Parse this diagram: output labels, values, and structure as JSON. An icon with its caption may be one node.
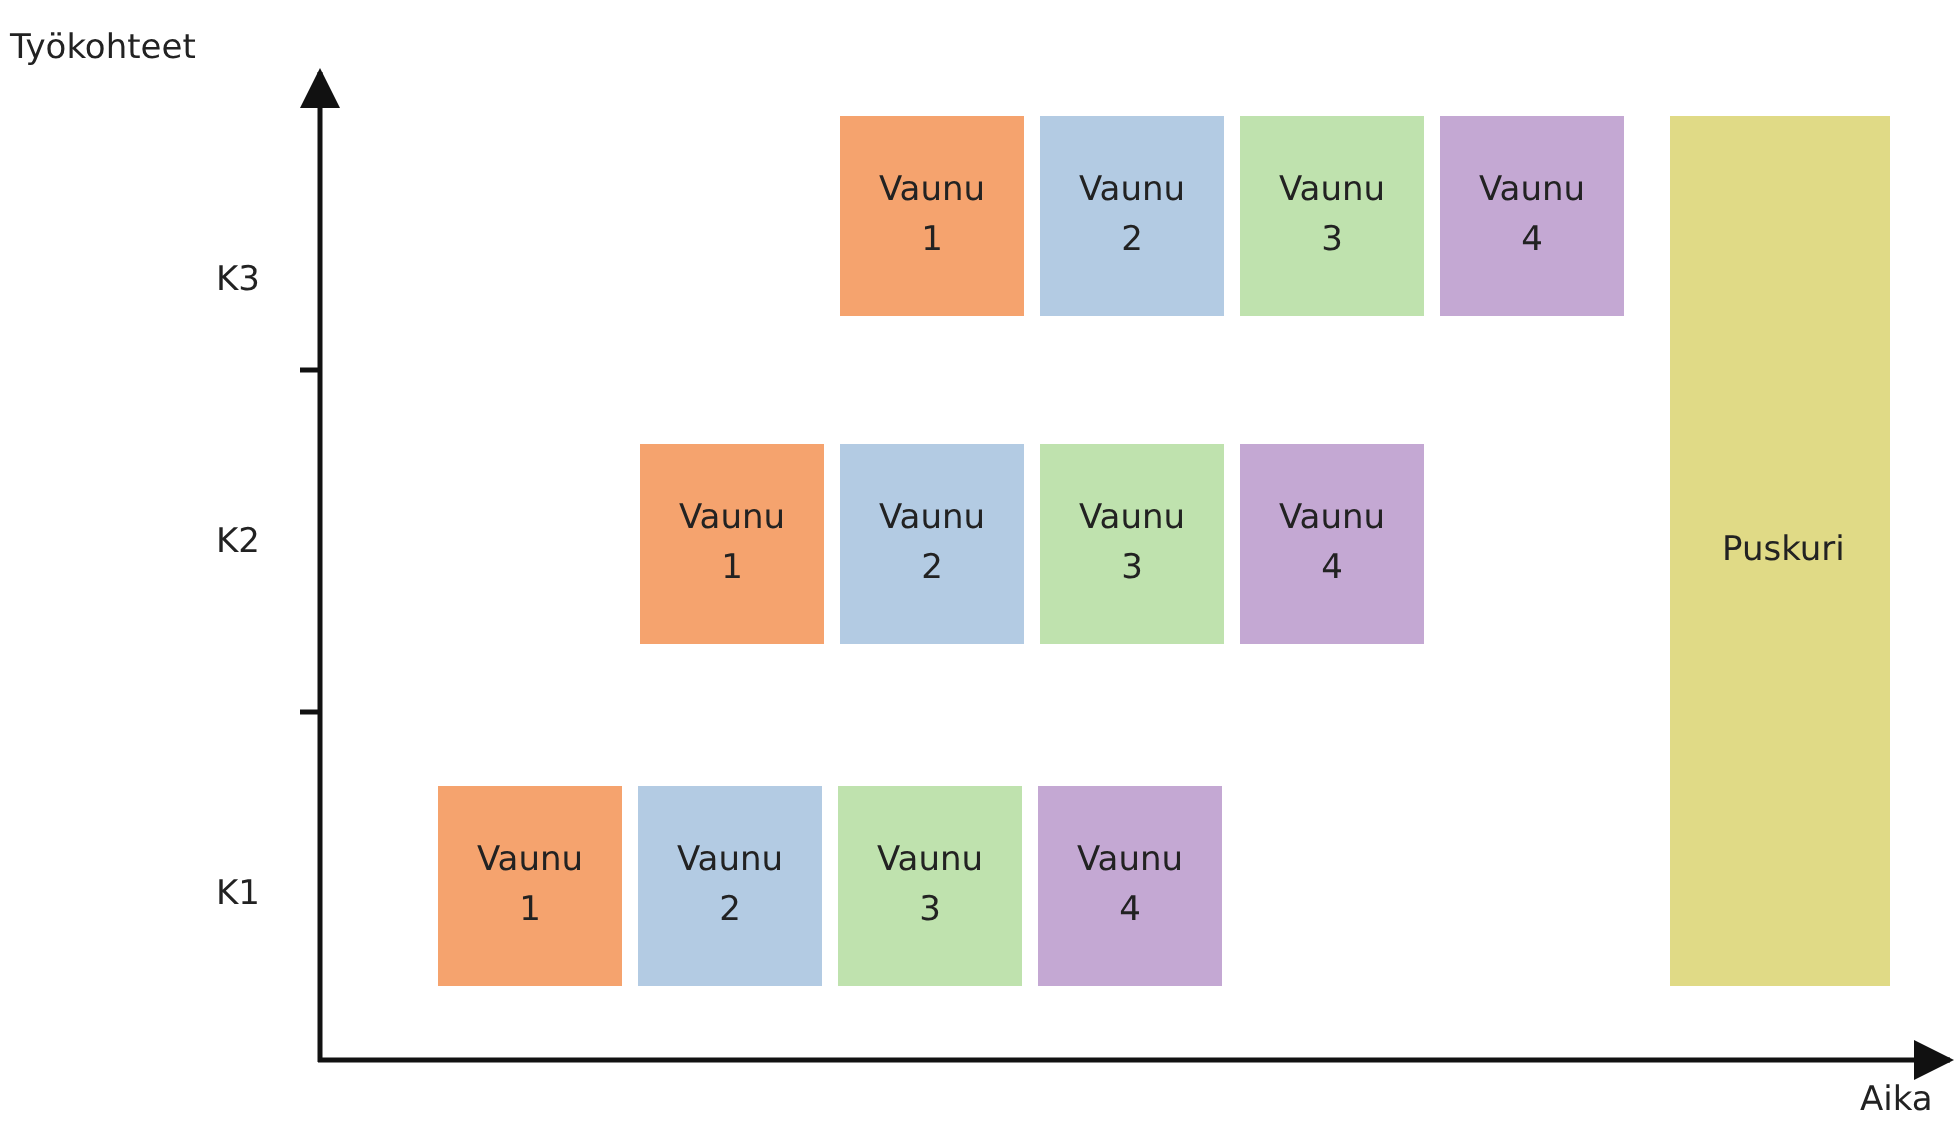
{
  "diagram": {
    "nodes": [
      {
        "text": [
          "Vaunu 1"
        ]
      },
      {
        "text": [
          "Vaunu 2"
        ]
      },
      {
        "text": [
          "Vaunu 3"
        ]
      },
      {
        "text": [
          "Vaunu 4"
        ]
      },
      {
        "text": [
          "Puskuri"
        ]
      },
      {
        "text": [
          "Vaunu 1"
        ]
      },
      {
        "text": [
          "Vaunu 2"
        ]
      },
      {
        "text": [
          "Vaunu 3"
        ]
      },
      {
        "text": [
          "Vaunu 4"
        ]
      },
      {
        "text": [
          "Vaunu 1"
        ]
      },
      {
        "text": [
          "Vaunu 2"
        ]
      },
      {
        "text": [
          "Vaunu 3"
        ]
      },
      {
        "text": [
          "Vaunu 4"
        ]
      }
    ],
    "edges": [],
    "labels": [
      "Työkohteet",
      "K3",
      "K2",
      "K1",
      "Aika"
    ]
  }
}
